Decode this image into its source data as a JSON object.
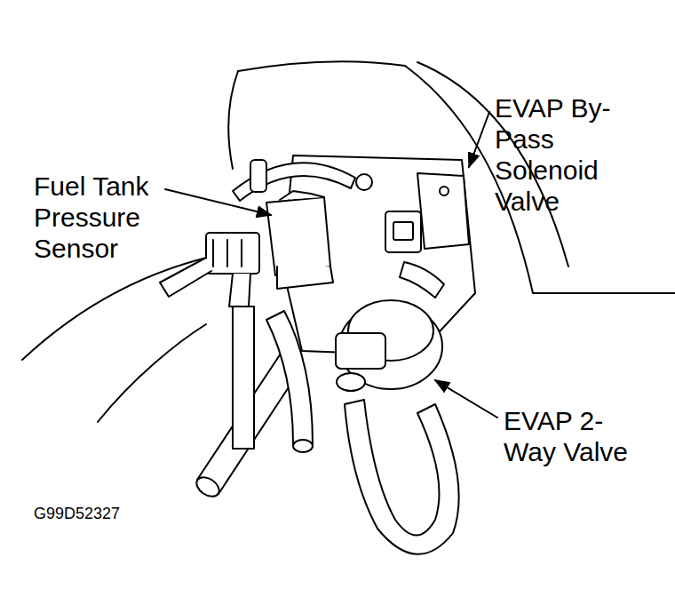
{
  "diagram": {
    "labels": [
      "Fuel Tank Pressure Sensor",
      "EVAP By-Pass Solenoid Valve",
      "EVAP 2-Way Valve",
      "G99D52327"
    ]
  }
}
